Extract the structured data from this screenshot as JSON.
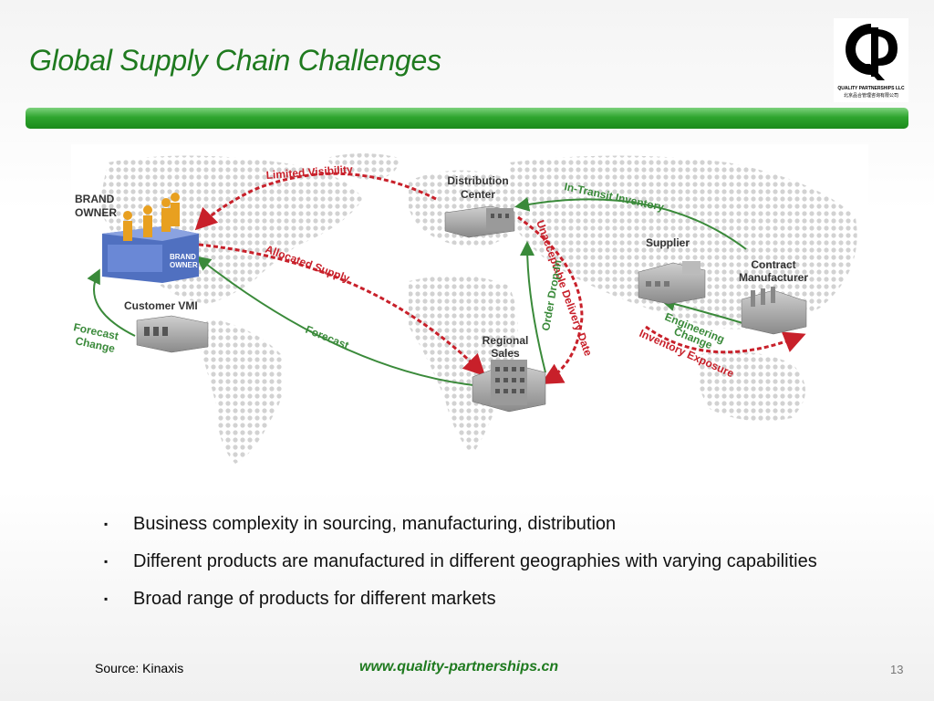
{
  "slide": {
    "title": "Global Supply Chain Challenges",
    "page_number": "13"
  },
  "logo": {
    "line1": "QUALITY PARTNERSHIPS LLC",
    "line2": "北京品合管理咨询有限公司"
  },
  "diagram": {
    "nodes": {
      "brand_owner": [
        "BRAND",
        "OWNER"
      ],
      "distribution_center": [
        "Distribution",
        "Center"
      ],
      "supplier": "Supplier",
      "contract_manufacturer": [
        "Contract",
        "Manufacturer"
      ],
      "customer_vmi": "Customer VMI",
      "regional_sales": [
        "Regional",
        "Sales"
      ]
    },
    "labels": {
      "limited_visibility": "Limited Visibility",
      "allocated_supply": "Allocated Supply",
      "forecast": "Forecast",
      "forecast_change": [
        "Forecast",
        "Change"
      ],
      "in_transit_inventory": "In-Transit Inventory",
      "unacceptable_delivery_date": "Unacceptable Delivery Date",
      "order_drop_in": "Order Drop-In",
      "engineering_change": [
        "Engineering",
        "Change"
      ],
      "inventory_exposure": "Inventory Exposure"
    },
    "building_sign": [
      "BRAND",
      "OWNER"
    ],
    "colors": {
      "problem": "#c8202a",
      "flow": "#3a8a3a"
    }
  },
  "bullets": [
    "Business complexity in sourcing, manufacturing, distribution",
    "Different products are manufactured in different geographies with varying capabilities",
    "Broad range of products for different markets"
  ],
  "bullet_marker": "▪",
  "footer": {
    "source": "Source: Kinaxis",
    "url": "www.quality-partnerships.cn"
  }
}
